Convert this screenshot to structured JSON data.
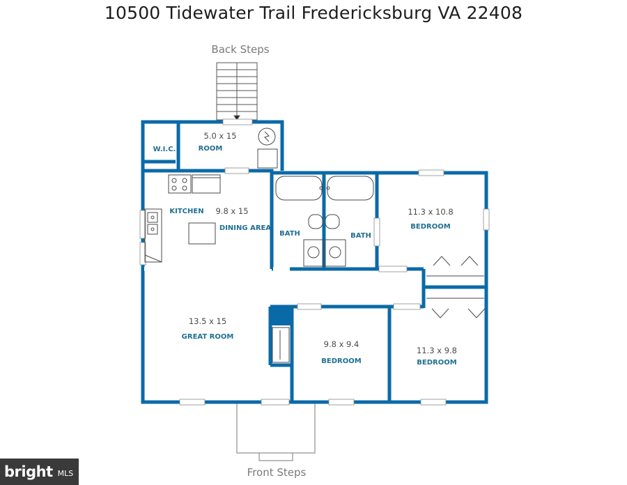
{
  "title": "10500 Tidewater Trail Fredericksburg VA 22408",
  "labels": {
    "back_steps": "Back Steps",
    "front_steps": "Front Steps"
  },
  "rooms": {
    "wic": {
      "name": "W.I.C."
    },
    "room": {
      "dims": "5.0 x 15",
      "name": "ROOM"
    },
    "kitchen": {
      "name": "KITCHEN"
    },
    "dining": {
      "dims": "9.8 x 15",
      "name": "DINING AREA"
    },
    "bath1": {
      "name": "BATH"
    },
    "bath2": {
      "name": "BATH"
    },
    "bedroom1": {
      "dims": "11.3 x 10.8",
      "name": "BEDROOM"
    },
    "great_room": {
      "dims": "13.5 x 15",
      "name": "GREAT ROOM"
    },
    "bedroom2": {
      "dims": "9.8 x 9.4",
      "name": "BEDROOM"
    },
    "bedroom3": {
      "dims": "11.3 x 9.8",
      "name": "BEDROOM"
    }
  },
  "watermark": {
    "brand": "bright",
    "suffix": "MLS"
  },
  "colors": {
    "wall": "#0a6aa8",
    "fixture": "#3a3a3a",
    "text": "#1f6f91"
  }
}
